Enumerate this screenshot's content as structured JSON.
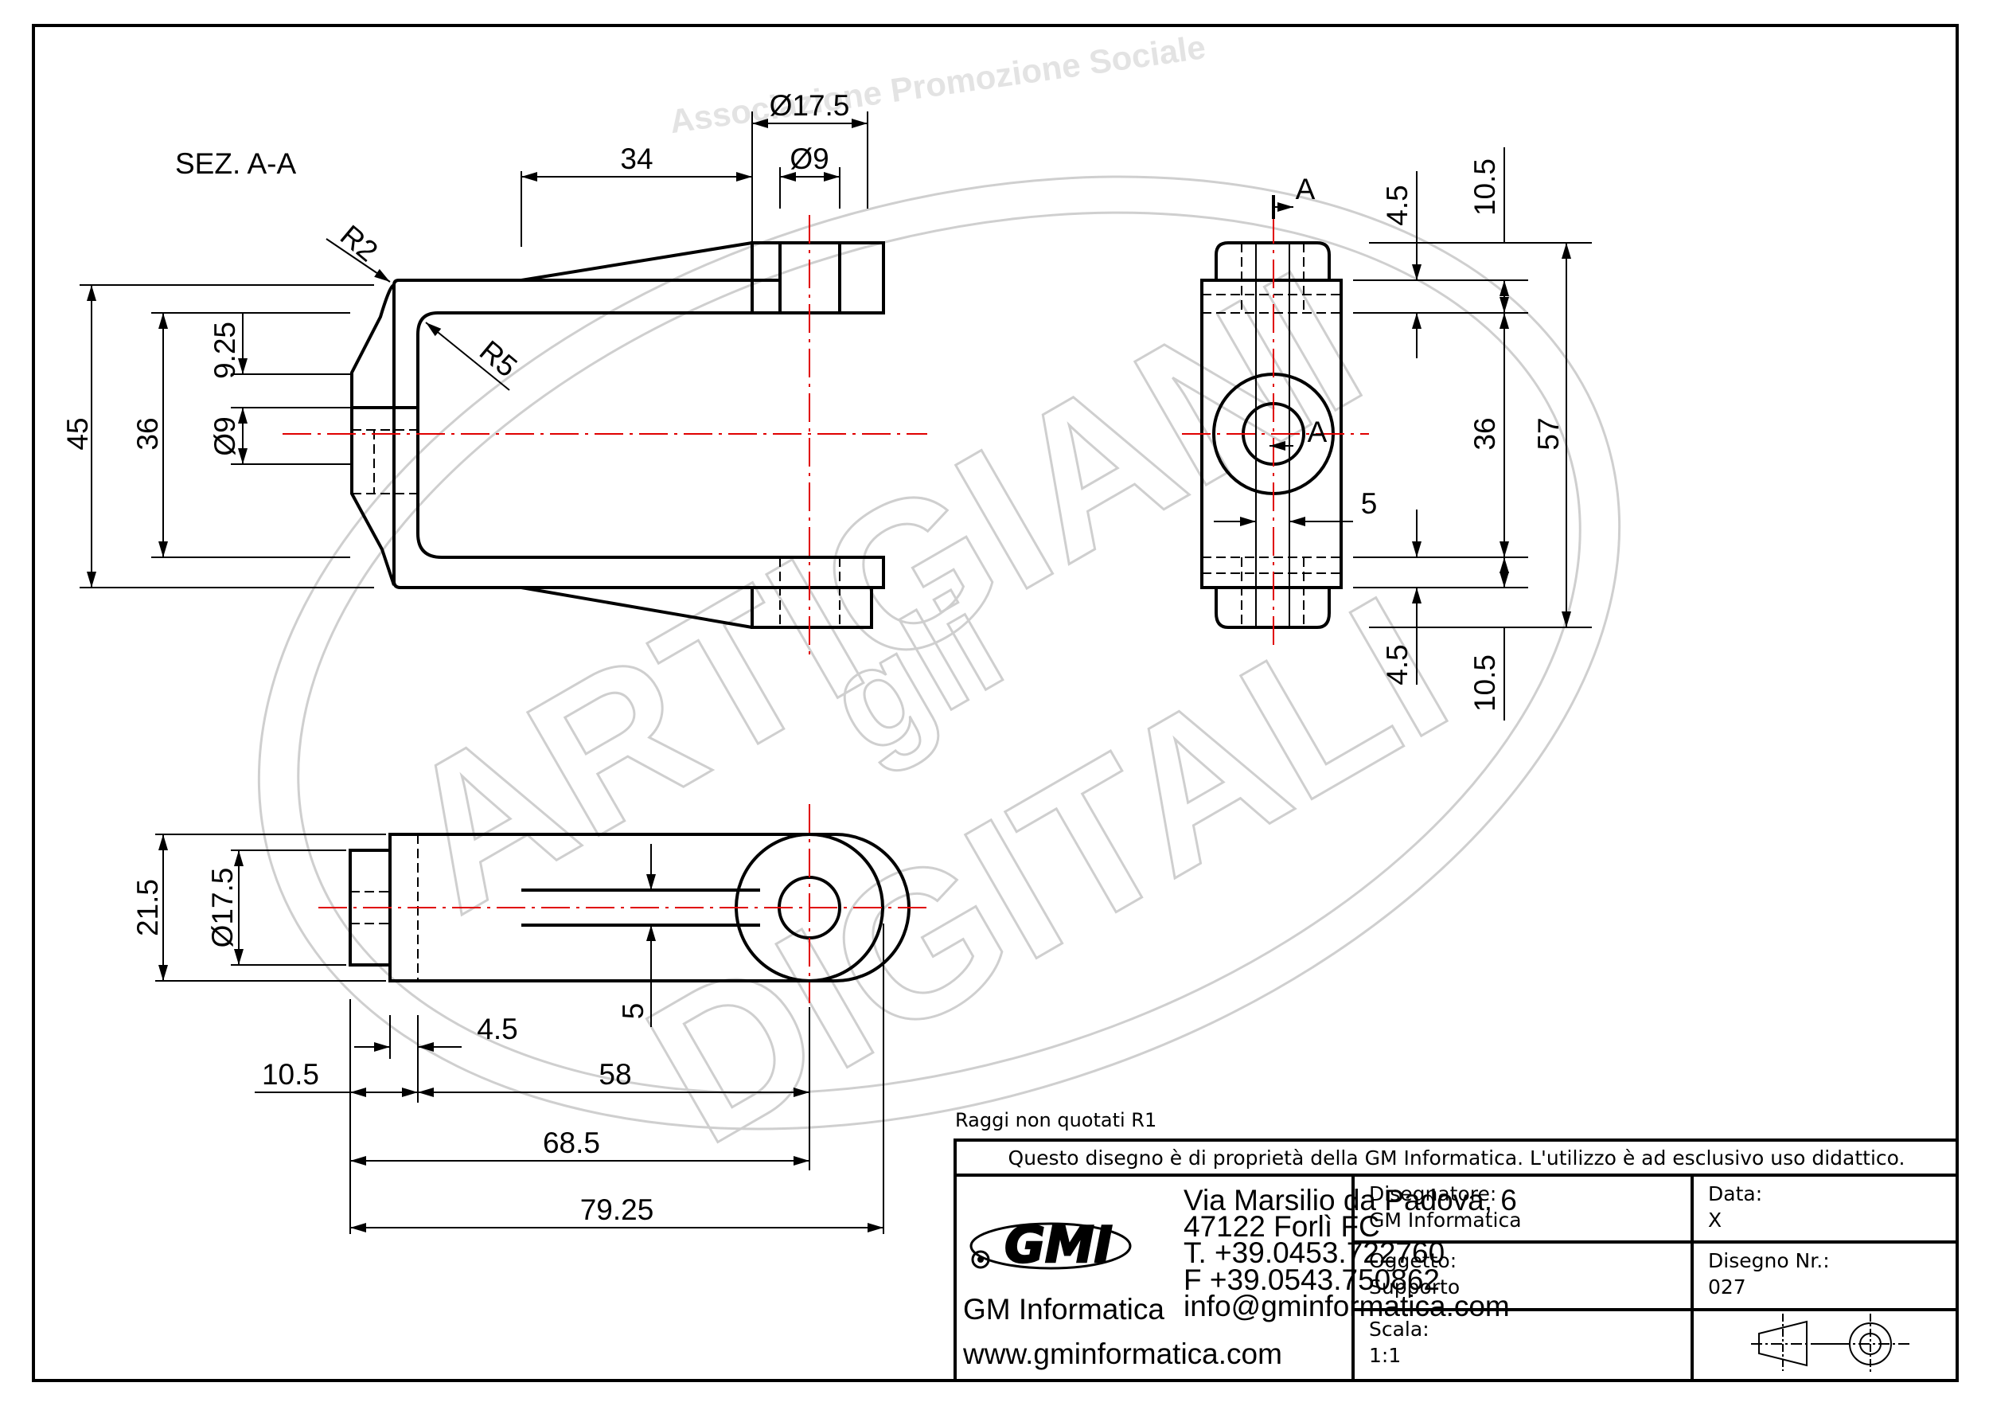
{
  "section_label": "SEZ. A-A",
  "watermark": {
    "arc_text": "Associazione Promozione Sociale",
    "word1": "ARTIGIANI",
    "word2": "gli",
    "word3": "DIGITALI"
  },
  "dimensions": {
    "d_17_5_top": "Ø17.5",
    "d_9_top": "Ø9",
    "len_34": "34",
    "r2": "R2",
    "r5": "R5",
    "h45": "45",
    "h36_left": "36",
    "h9_25": "9.25",
    "d9_left": "Ø9",
    "sec_a_top": "A",
    "sec_a_mid": "A",
    "v4_5_top": "4.5",
    "v10_5_top": "10.5",
    "v36_right": "36",
    "v57": "57",
    "w5_right": "5",
    "v4_5_bot": "4.5",
    "v10_5_bot": "10.5",
    "h21_5": "21.5",
    "d17_5_low": "Ø17.5",
    "w5_low": "5",
    "h4_5_low": "4.5",
    "h10_5_low": "10.5",
    "h58": "58",
    "h68_5": "68.5",
    "h79_25": "79.25"
  },
  "note": "Raggi non quotati R1",
  "title_block": {
    "ownership": "Questo disegno è di proprietà della GM Informatica. L'utilizzo è ad esclusivo uso didattico.",
    "logo_text": "GMI",
    "company": "GM Informatica",
    "website": "www.gminformatica.com",
    "address_1": "Via Marsilio da Padova, 6",
    "address_2": "47122  Forlì  FC",
    "phone": "T. +39.0453.722760",
    "fax": "F +39.0543.750862",
    "email": "info@gminformatica.com",
    "designer_label": "Disegnatore:",
    "designer_value": "GM  Informatica",
    "date_label": "Data:",
    "date_value": "X",
    "object_label": "Oggetto:",
    "object_value": "Supporto",
    "drawing_no_label": "Disegno  Nr.:",
    "drawing_no_value": "027",
    "scale_label": "Scala:",
    "scale_value": "1:1"
  },
  "colors": {
    "line": "#000000",
    "centerline": "#e00000",
    "watermark": "#cfcfcf"
  }
}
